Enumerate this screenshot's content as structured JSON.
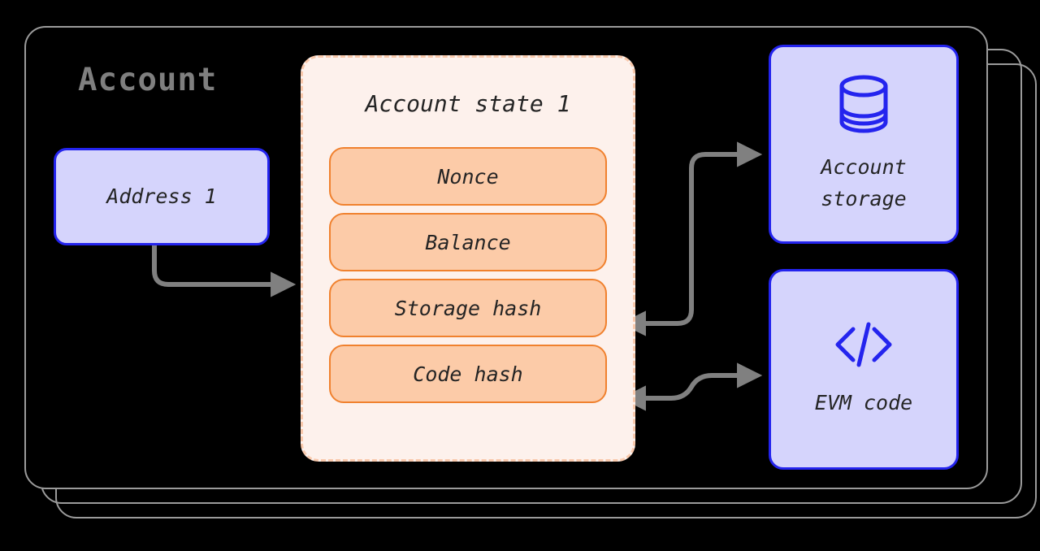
{
  "diagram": {
    "title": "Account",
    "address": {
      "label": "Address 1"
    },
    "account_state": {
      "title": "Account state 1",
      "fields": [
        {
          "label": "Nonce"
        },
        {
          "label": "Balance"
        },
        {
          "label": "Storage hash"
        },
        {
          "label": "Code hash"
        }
      ]
    },
    "external": [
      {
        "id": "account-storage",
        "label": "Account\nstorage",
        "icon": "database-icon"
      },
      {
        "id": "evm-code",
        "label": "EVM code",
        "icon": "code-icon"
      }
    ],
    "connections": [
      {
        "from": "Address 1",
        "to": "Account state 1",
        "direction": "forward"
      },
      {
        "from": "Storage hash",
        "to": "Account storage",
        "direction": "bidirectional"
      },
      {
        "from": "Code hash",
        "to": "EVM code",
        "direction": "bidirectional"
      }
    ]
  },
  "colors": {
    "background": "#000000",
    "card_outline": "#9b9b9b",
    "title_gray": "#7f7f7f",
    "lavender_fill": "#d5d4fc",
    "blue_border": "#2424ee",
    "panel_fill": "#fdf1ec",
    "panel_dash": "#f9c9ac",
    "pill_fill": "#fccba8",
    "pill_border": "#f0812e",
    "arrow_gray": "#808080",
    "text_dark": "#242424"
  }
}
